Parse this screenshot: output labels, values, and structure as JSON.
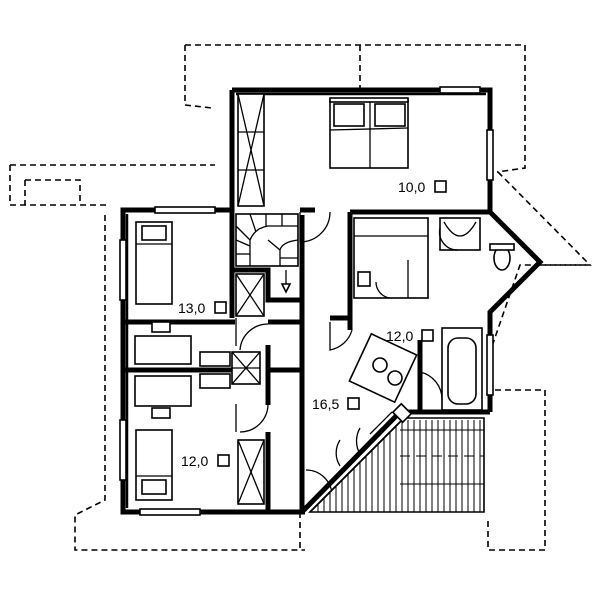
{
  "rooms": [
    {
      "id": "bedroom-master",
      "area": "10,0"
    },
    {
      "id": "bedroom-upper-left",
      "area": "13,0"
    },
    {
      "id": "bedroom-lower-left",
      "area": "12,0"
    },
    {
      "id": "bathroom",
      "area": "12,0"
    },
    {
      "id": "hall",
      "area": "16,5"
    }
  ]
}
